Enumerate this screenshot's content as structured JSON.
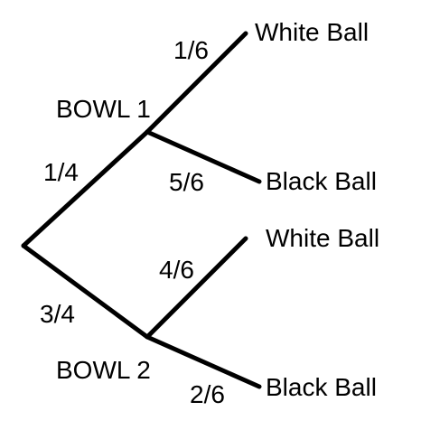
{
  "diagram": {
    "bowls": [
      {
        "name": "BOWL 1",
        "probability": "1/4",
        "outcomes": [
          {
            "label": "White Ball",
            "probability": "1/6"
          },
          {
            "label": "Black Ball",
            "probability": "5/6"
          }
        ]
      },
      {
        "name": "BOWL 2",
        "probability": "3/4",
        "outcomes": [
          {
            "label": "White Ball",
            "probability": "4/6"
          },
          {
            "label": "Black Ball",
            "probability": "2/6"
          }
        ]
      }
    ],
    "line_color": "#000000"
  }
}
